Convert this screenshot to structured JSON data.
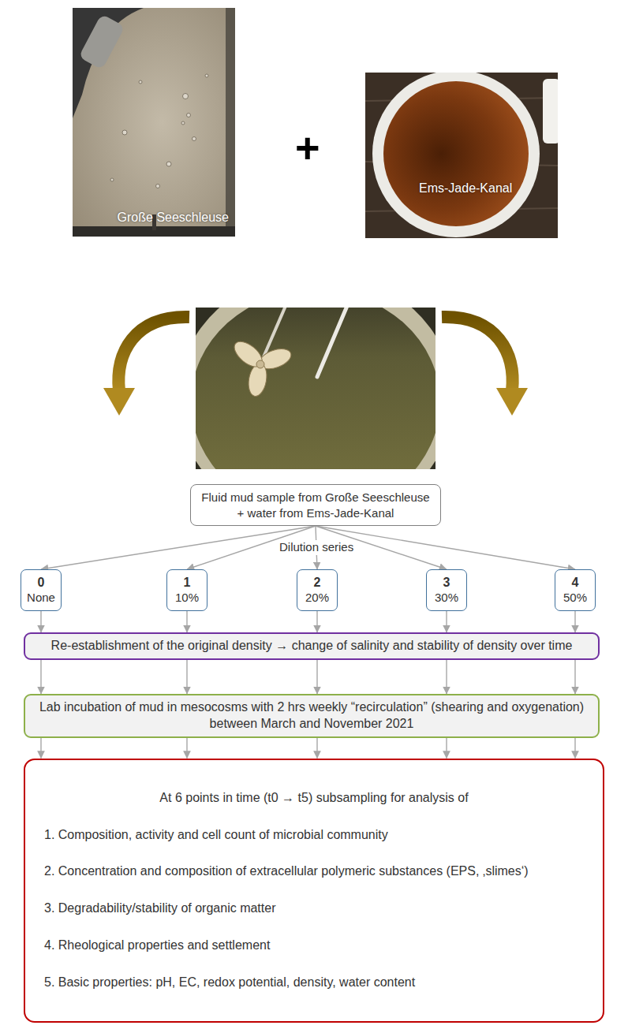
{
  "diagram": {
    "nodes": [
      {
        "text": [
          "Große Seeschleuse"
        ]
      },
      {
        "text": [
          "Ems-Jade-Kanal"
        ]
      },
      {
        "text": [
          "Fluid mud sample from Große Seeschleuse + water from Ems-Jade-Kanal"
        ]
      },
      {
        "text": [
          "0",
          "None"
        ]
      },
      {
        "text": [
          "1",
          "10%"
        ]
      },
      {
        "text": [
          "2",
          "20%"
        ]
      },
      {
        "text": [
          "3",
          "30%"
        ]
      },
      {
        "text": [
          "4",
          "50%"
        ]
      },
      {
        "text": [
          "Re-establishment of the original density → change of salinity and stability of density over time"
        ]
      },
      {
        "text": [
          "Lab incubation of mud in mesocosms with 2 hrs weekly “recirculation” (shearing and oxygenation) between March and November 2021"
        ]
      },
      {
        "text": [
          "At 6 points in time (t0 → t5) subsampling for analysis of",
          "1. Composition, activity and cell count of microbial community",
          "2. Concentration and composition of extracellular polymeric substances (EPS, ‚slimes‘)",
          "3. Degradability/stability of organic matter",
          "4. Rheological properties and settlement",
          "5. Basic properties: pH, EC, redox potential, density, water content"
        ]
      }
    ],
    "edges": [
      {
        "from": 2,
        "to": 3,
        "arrow": "to"
      },
      {
        "from": 2,
        "to": 4,
        "arrow": "to"
      },
      {
        "from": 2,
        "to": 5,
        "arrow": "to",
        "label": "Dilution series"
      },
      {
        "from": 2,
        "to": 6,
        "arrow": "to"
      },
      {
        "from": 2,
        "to": 7,
        "arrow": "to"
      },
      {
        "from": 3,
        "to": 8,
        "arrow": "to"
      },
      {
        "from": 4,
        "to": 8,
        "arrow": "to"
      },
      {
        "from": 5,
        "to": 8,
        "arrow": "to"
      },
      {
        "from": 6,
        "to": 8,
        "arrow": "to"
      },
      {
        "from": 7,
        "to": 8,
        "arrow": "to"
      },
      {
        "from": 8,
        "to": 9,
        "arrow": "to"
      },
      {
        "from": 8,
        "to": 9,
        "arrow": "to"
      },
      {
        "from": 8,
        "to": 9,
        "arrow": "to"
      },
      {
        "from": 8,
        "to": 9,
        "arrow": "to"
      },
      {
        "from": 8,
        "to": 9,
        "arrow": "to"
      },
      {
        "from": 9,
        "to": 10,
        "arrow": "to"
      },
      {
        "from": 9,
        "to": 10,
        "arrow": "to"
      },
      {
        "from": 9,
        "to": 10,
        "arrow": "to"
      },
      {
        "from": 9,
        "to": 10,
        "arrow": "to"
      },
      {
        "from": 9,
        "to": 10,
        "arrow": "to"
      }
    ],
    "labels": [
      "+"
    ]
  }
}
